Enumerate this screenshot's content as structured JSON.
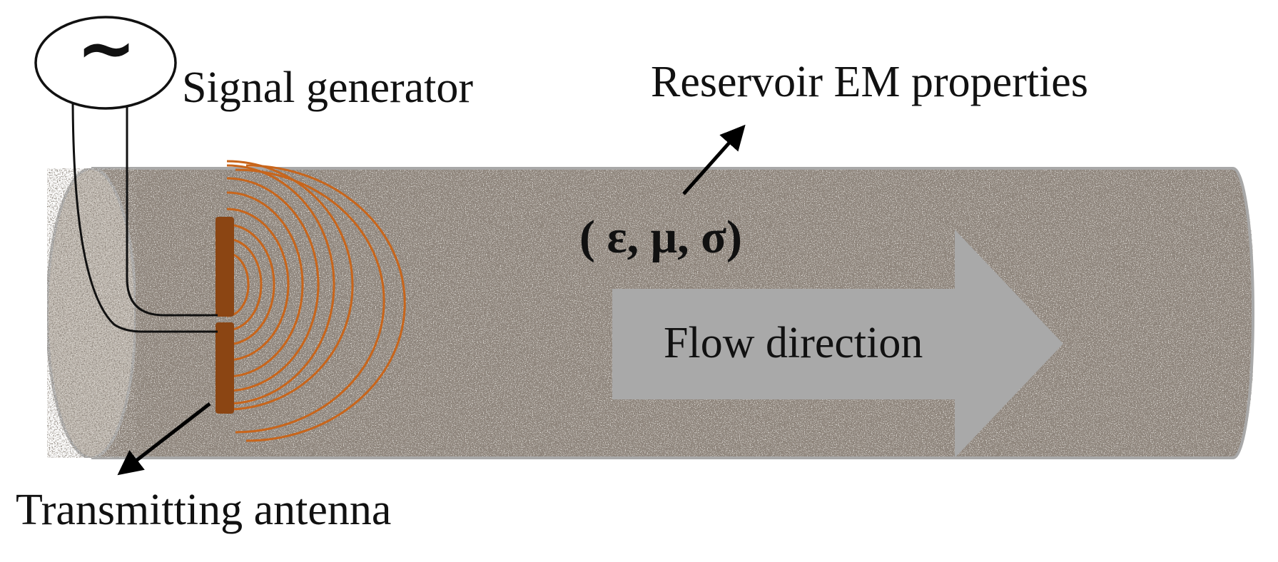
{
  "labels": {
    "signal_generator": "Signal generator",
    "reservoir_em_properties": "Reservoir EM properties",
    "em_parameters": "( ε, μ, σ)",
    "flow_direction": "Flow direction",
    "transmitting_antenna": "Transmitting antenna"
  },
  "signal_generator_symbol": "~",
  "colors": {
    "pipe_fill": "#8f857b",
    "pipe_end": "#bdb6ad",
    "pipe_outline": "#a8a8a8",
    "antenna": "#8b4513",
    "waves": "#c8651b",
    "flow_arrow": "#a9a9a9",
    "wires": "#111111"
  },
  "icons": [
    "ac-source-icon",
    "dipole-antenna-icon",
    "em-wave-icon",
    "flow-arrow-icon"
  ]
}
